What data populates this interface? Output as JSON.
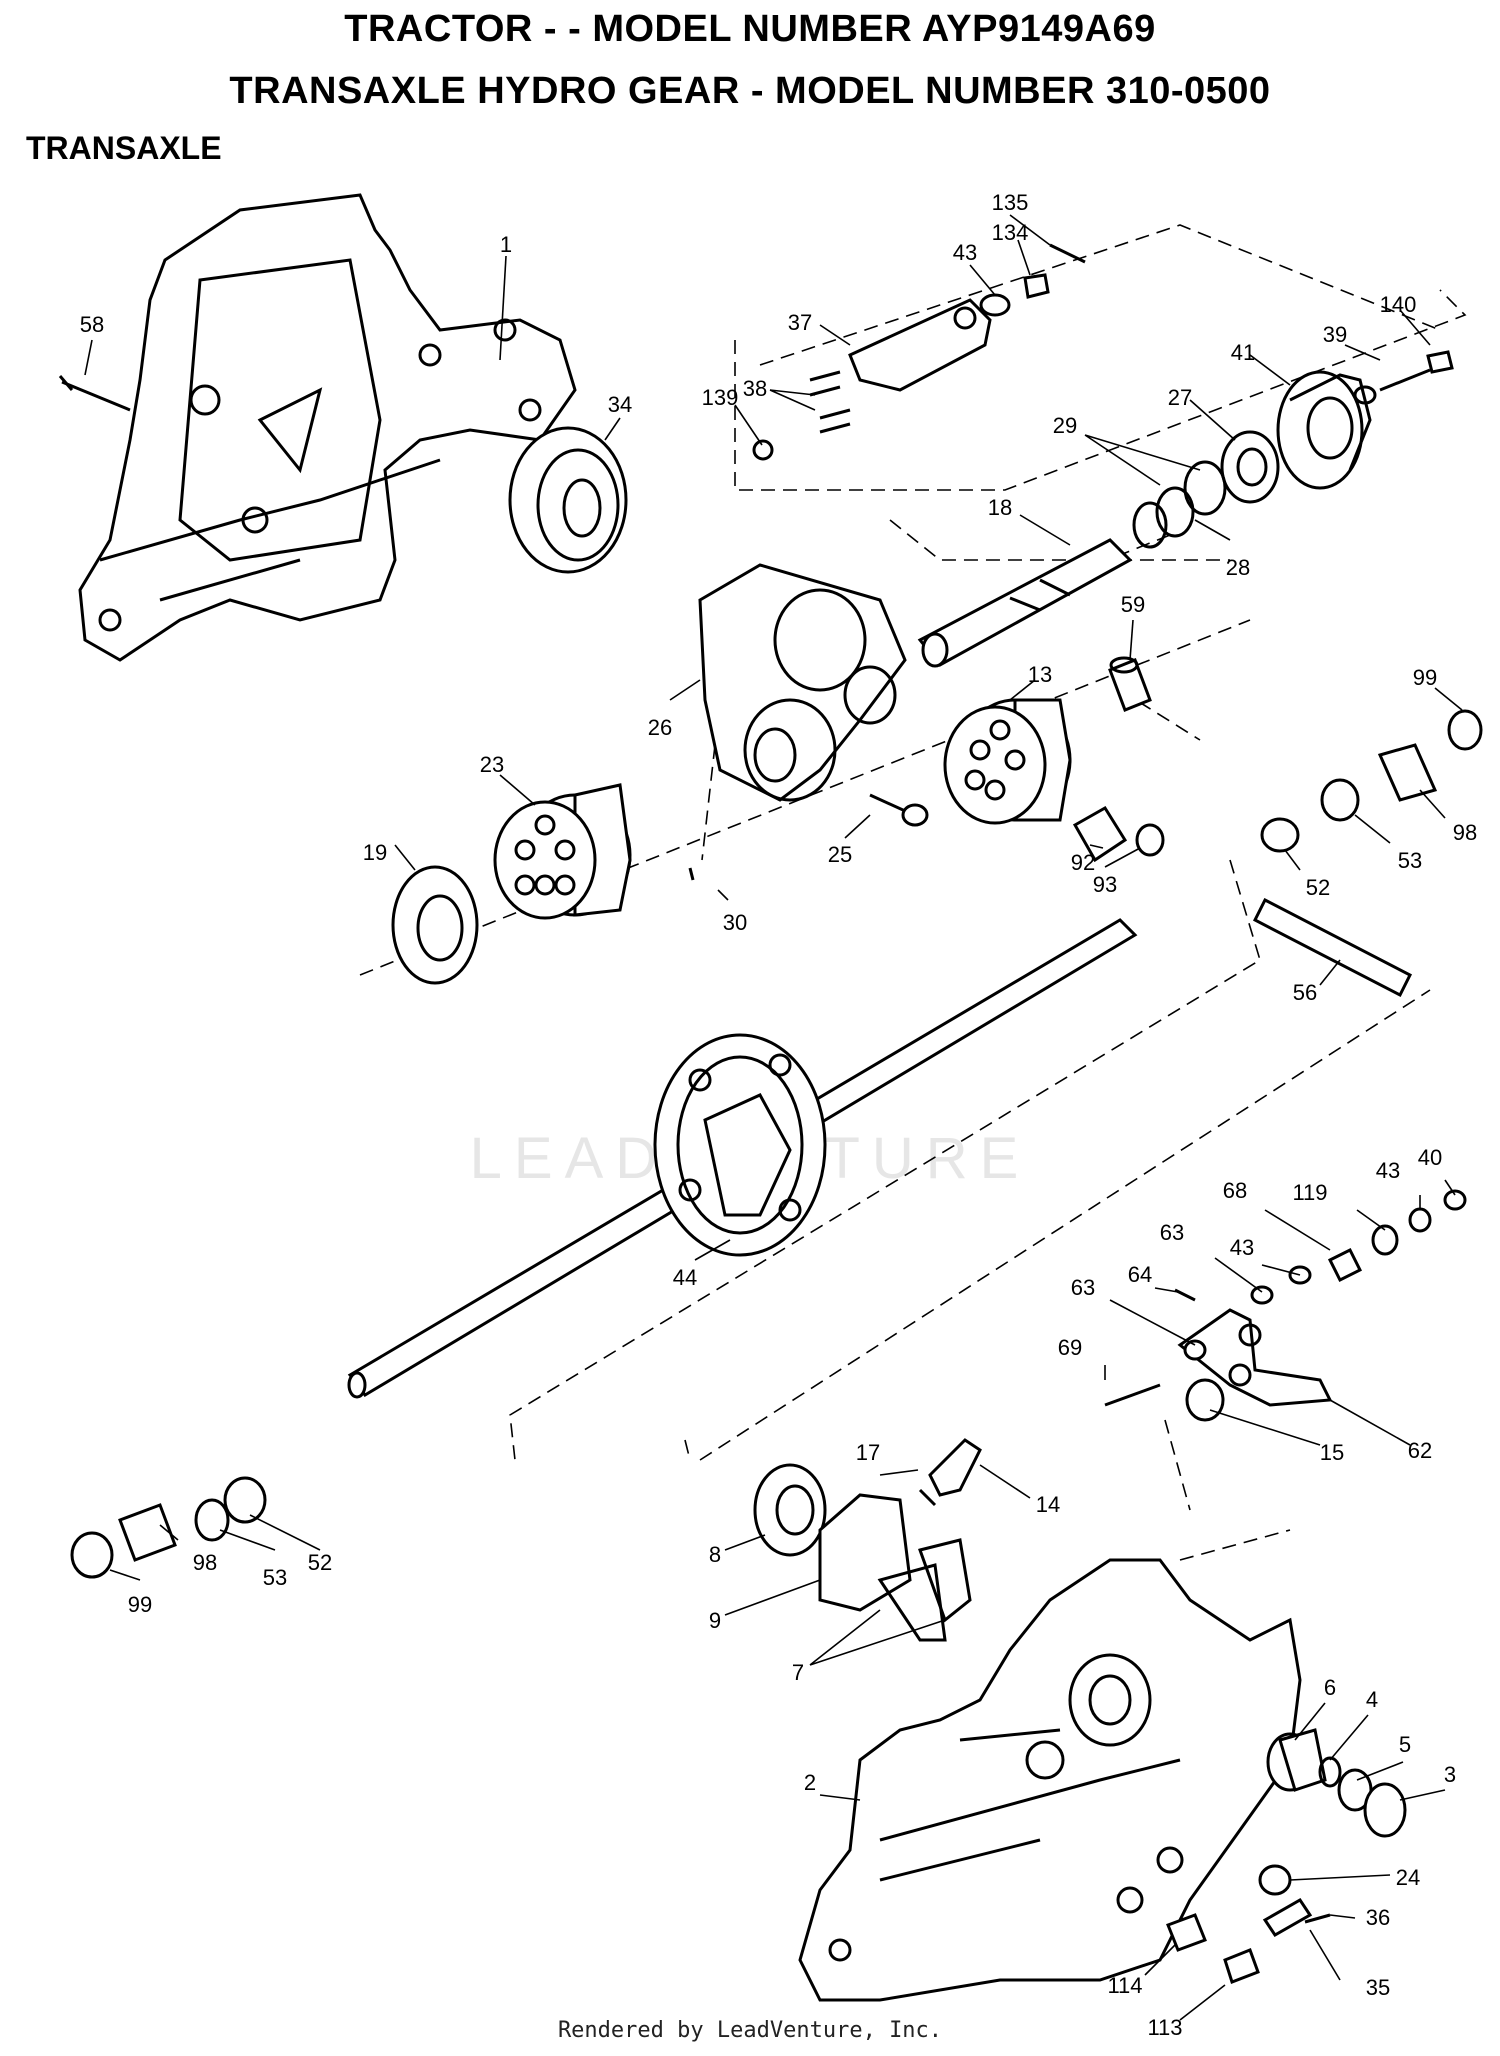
{
  "header": {
    "title_line1": "TRACTOR - - MODEL NUMBER AYP9149A69",
    "title_line2": "TRANSAXLE HYDRO GEAR - MODEL NUMBER 310-0500",
    "section": "TRANSAXLE"
  },
  "watermark": "LEADVENTURE",
  "footer": "Rendered by LeadVenture, Inc.",
  "callouts": [
    "1",
    "58",
    "34",
    "43",
    "134",
    "135",
    "37",
    "38",
    "139",
    "41",
    "39",
    "140",
    "27",
    "29",
    "28",
    "18",
    "59",
    "26",
    "23",
    "13",
    "99",
    "19",
    "25",
    "92",
    "93",
    "52",
    "53",
    "98",
    "30",
    "56",
    "44",
    "68",
    "119",
    "43",
    "40",
    "63",
    "43",
    "63",
    "64",
    "69",
    "15",
    "62",
    "17",
    "14",
    "8",
    "9",
    "7",
    "98",
    "53",
    "52",
    "99",
    "6",
    "4",
    "5",
    "3",
    "2",
    "24",
    "36",
    "114",
    "35",
    "113"
  ]
}
